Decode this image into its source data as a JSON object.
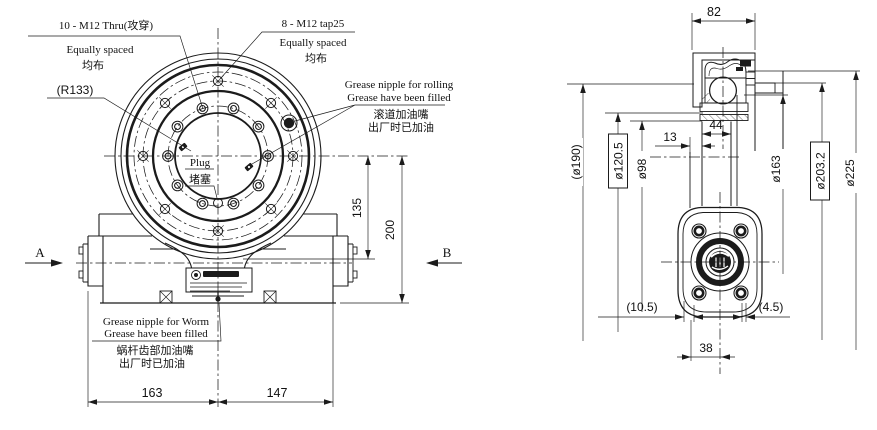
{
  "colors": {
    "line": "#1b1b1b",
    "background": "#ffffff"
  },
  "front": {
    "thru1": "10 - M12 Thru(攻穿)",
    "thru2": "Equally spaced",
    "thru3": "均布",
    "tap1": "8 - M12 tap25",
    "tap2": "Equally spaced",
    "tap3": "均布",
    "r133": "(R133)",
    "roll1": "Grease nipple for rolling",
    "roll2": "Grease have been filled",
    "roll3": "滚道加油嘴",
    "roll4": "出厂时已加油",
    "plug1": "Plug",
    "plug2": "堵塞",
    "worm1": "Grease nipple for Worm",
    "worm2": "Grease have been filled",
    "worm3": "蜗杆齿部加油嘴",
    "worm4": "出厂时已加油",
    "view_a": "A",
    "view_b": "B",
    "dim135": "135",
    "dim200": "200",
    "dim163": "163",
    "dim147": "147"
  },
  "side": {
    "dim82": "82",
    "d190": "(ø190)",
    "d120": "ø120.5",
    "d98": "ø98",
    "dim13": "13",
    "dim44": "44",
    "d163": "ø163",
    "d203": "ø203.2",
    "d225": "ø225",
    "g105": "(10.5)",
    "g45": "(4.5)",
    "dim38": "38"
  }
}
